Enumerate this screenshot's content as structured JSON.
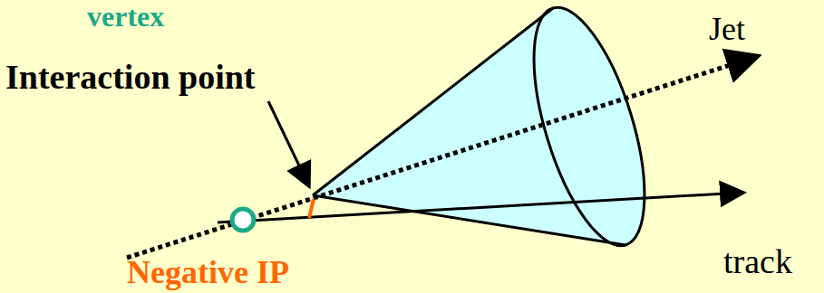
{
  "diagram": {
    "labels": [
      "vertex",
      "Jet",
      "Interaction point",
      "track",
      "Negative IP"
    ]
  }
}
